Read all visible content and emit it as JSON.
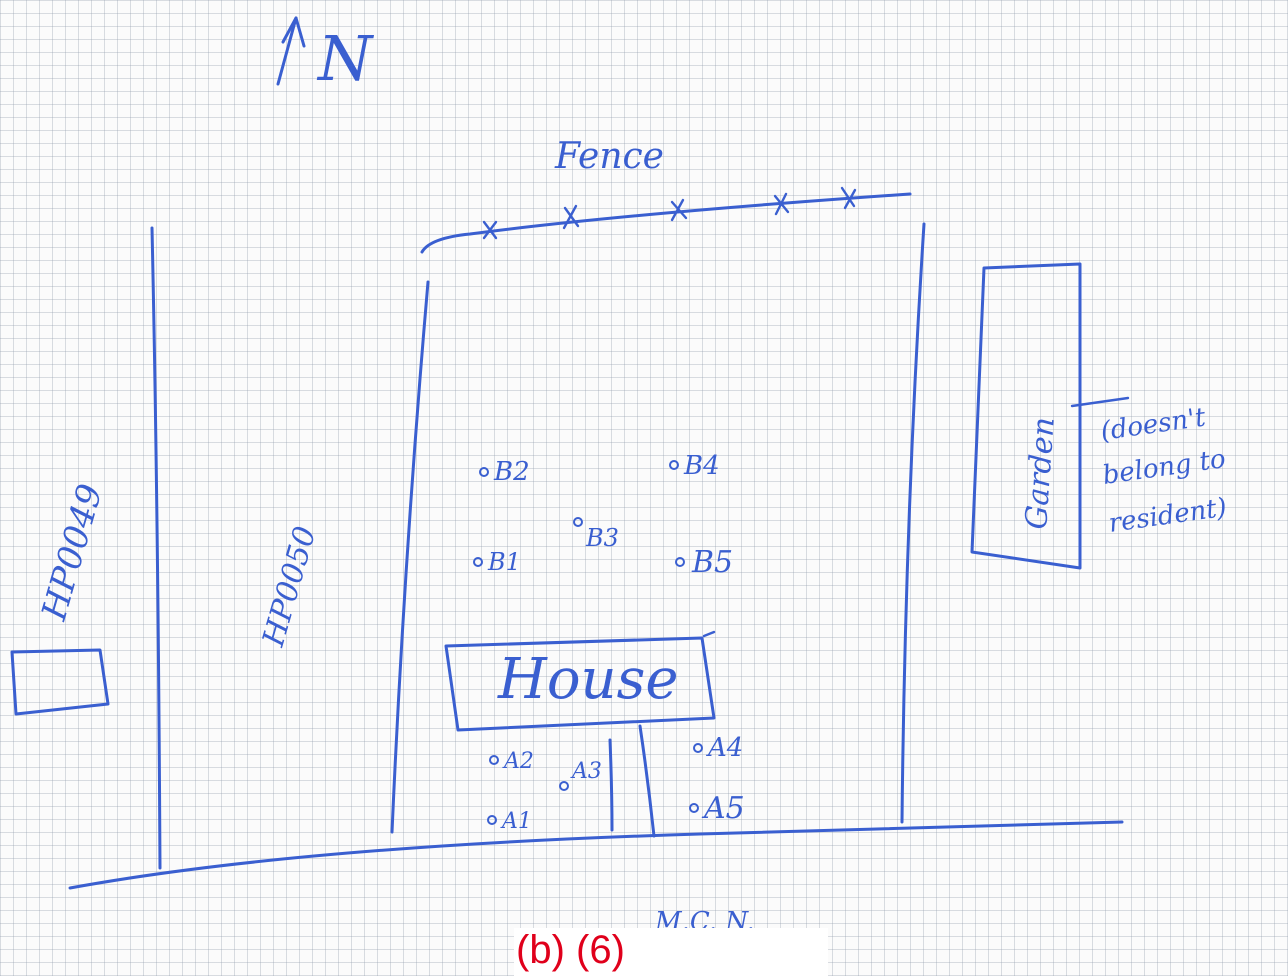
{
  "sketch": {
    "north_label": "N",
    "fence_label": "Fence",
    "house_label": "House",
    "garden_label": "Garden",
    "garden_note": [
      "(doesn't",
      "belong to",
      "resident)"
    ],
    "parcel_left_label": "HP0049",
    "parcel_mid_label": "HP0050",
    "road_label": "M.C. N.",
    "points": {
      "B1": "B1",
      "B2": "B2",
      "B3": "B3",
      "B4": "B4",
      "B5": "B5",
      "A1": "A1",
      "A2": "A2",
      "A3": "A3",
      "A4": "A4",
      "A5": "A5"
    }
  },
  "caption": "(b) (6)",
  "colors": {
    "ink": "#3a5fd0",
    "caption": "#e0001b",
    "grid": "#969faf"
  }
}
